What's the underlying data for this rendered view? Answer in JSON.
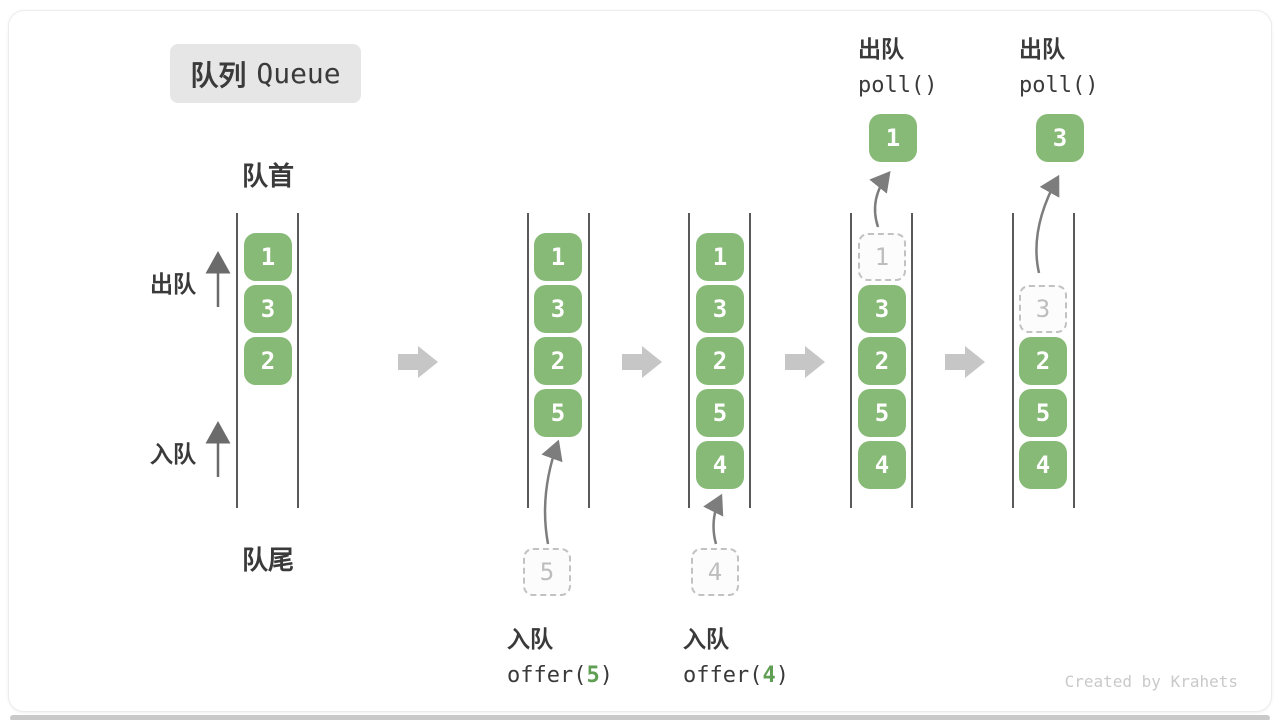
{
  "title": {
    "zh": "队列",
    "en": "Queue"
  },
  "labels": {
    "front": "队首",
    "rear": "队尾",
    "dequeue": "出队",
    "enqueue": "入队"
  },
  "colors": {
    "box_green": "#87ba76",
    "box_text": "#ffffff",
    "dashed_border": "#c2c2c2",
    "dashed_text": "#bdbdbd",
    "wall": "#595959",
    "text_dark": "#3a3a3a",
    "step_arrow": "#c6c6c6",
    "flow_arrow": "#7d7d7d",
    "accent_green": "#5f9e53",
    "title_bg": "#e6e6e6",
    "watermark": "#c9c9c9"
  },
  "queues": [
    {
      "slots": [
        {
          "row": 0,
          "v": "1",
          "t": "solid"
        },
        {
          "row": 1,
          "v": "3",
          "t": "solid"
        },
        {
          "row": 2,
          "v": "2",
          "t": "solid"
        }
      ]
    },
    {
      "slots": [
        {
          "row": 0,
          "v": "1",
          "t": "solid"
        },
        {
          "row": 1,
          "v": "3",
          "t": "solid"
        },
        {
          "row": 2,
          "v": "2",
          "t": "solid"
        },
        {
          "row": 3,
          "v": "5",
          "t": "solid"
        }
      ]
    },
    {
      "slots": [
        {
          "row": 0,
          "v": "1",
          "t": "solid"
        },
        {
          "row": 1,
          "v": "3",
          "t": "solid"
        },
        {
          "row": 2,
          "v": "2",
          "t": "solid"
        },
        {
          "row": 3,
          "v": "5",
          "t": "solid"
        },
        {
          "row": 4,
          "v": "4",
          "t": "solid"
        }
      ]
    },
    {
      "slots": [
        {
          "row": 0,
          "v": "1",
          "t": "dashed"
        },
        {
          "row": 1,
          "v": "3",
          "t": "solid"
        },
        {
          "row": 2,
          "v": "2",
          "t": "solid"
        },
        {
          "row": 3,
          "v": "5",
          "t": "solid"
        },
        {
          "row": 4,
          "v": "4",
          "t": "solid"
        }
      ]
    },
    {
      "slots": [
        {
          "row": 1,
          "v": "3",
          "t": "dashed"
        },
        {
          "row": 2,
          "v": "2",
          "t": "solid"
        },
        {
          "row": 3,
          "v": "5",
          "t": "solid"
        },
        {
          "row": 4,
          "v": "4",
          "t": "solid"
        }
      ]
    }
  ],
  "offer_ops": [
    {
      "label": "入队",
      "fn_pre": "offer(",
      "arg": "5",
      "fn_post": ")",
      "pending": "5"
    },
    {
      "label": "入队",
      "fn_pre": "offer(",
      "arg": "4",
      "fn_post": ")",
      "pending": "4"
    }
  ],
  "poll_ops": [
    {
      "label": "出队",
      "fn": "poll()",
      "result": "1"
    },
    {
      "label": "出队",
      "fn": "poll()",
      "result": "3"
    }
  ],
  "watermark": "Created by Krahets"
}
